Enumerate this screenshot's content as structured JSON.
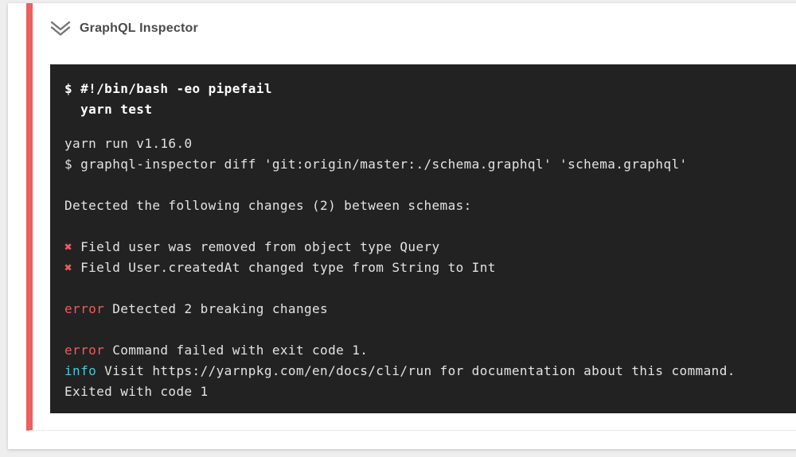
{
  "header": {
    "title": "GraphQL Inspector"
  },
  "icons": {
    "collapse": "double-chevron-down"
  },
  "colors": {
    "page_bg": "#eeeeee",
    "card_bg": "#ffffff",
    "step_accent": "#ed5e5e",
    "terminal_bg": "#222222",
    "terminal_text": "#e3e3e3",
    "terminal_bold_text": "#ffffff",
    "error_red": "#ed5c5c",
    "info_cyan": "#4dc6d4",
    "title_text": "#4a4a4a",
    "icon_gray": "#757575",
    "divider": "#e8e8e8"
  },
  "terminal": {
    "command_lines": [
      "$ #!/bin/bash -eo pipefail",
      "  yarn test"
    ],
    "output_lines": [
      {
        "segments": [
          {
            "text": "yarn run v1.16.0"
          }
        ]
      },
      {
        "segments": [
          {
            "text": "$ graphql-inspector diff 'git:origin/master:./schema.graphql' 'schema.graphql'"
          }
        ]
      },
      {
        "segments": []
      },
      {
        "segments": [
          {
            "text": "Detected the following changes (2) between schemas:"
          }
        ]
      },
      {
        "segments": []
      },
      {
        "segments": [
          {
            "text": "✖",
            "color_key": "error_red",
            "bold": true
          },
          {
            "text": " Field user was removed from object type Query"
          }
        ]
      },
      {
        "segments": [
          {
            "text": "✖",
            "color_key": "error_red",
            "bold": true
          },
          {
            "text": " Field User.createdAt changed type from String to Int"
          }
        ]
      },
      {
        "segments": []
      },
      {
        "segments": [
          {
            "text": "error",
            "color_key": "error_red"
          },
          {
            "text": " Detected 2 breaking changes"
          }
        ]
      },
      {
        "segments": []
      },
      {
        "segments": [
          {
            "text": "error",
            "color_key": "error_red"
          },
          {
            "text": " Command failed with exit code 1."
          }
        ]
      },
      {
        "segments": [
          {
            "text": "info",
            "color_key": "info_cyan"
          },
          {
            "text": " Visit https://yarnpkg.com/en/docs/cli/run for documentation about this command."
          }
        ]
      },
      {
        "segments": [
          {
            "text": "Exited with code 1"
          }
        ]
      }
    ]
  }
}
